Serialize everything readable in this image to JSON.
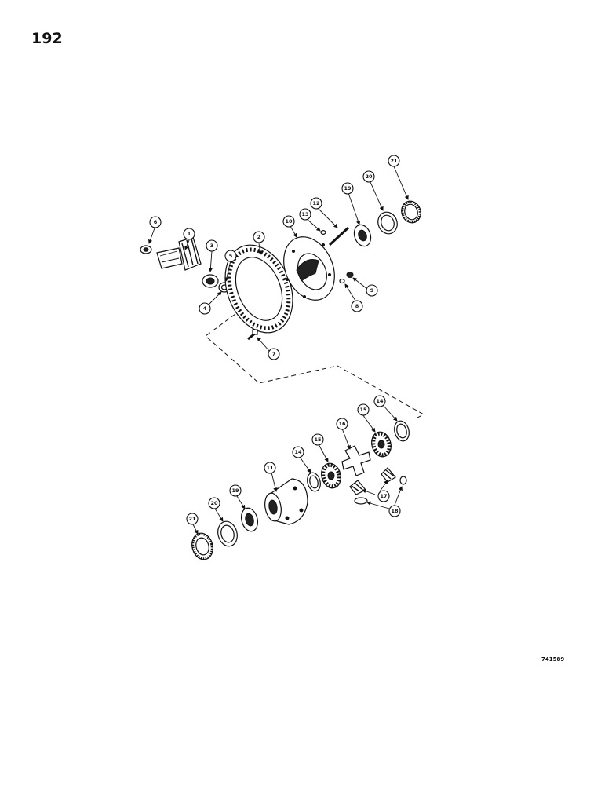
{
  "page": {
    "number": "192",
    "figure_code": "741589"
  },
  "callouts": [
    "1",
    "2",
    "3",
    "4",
    "5",
    "6",
    "7",
    "8",
    "9",
    "10",
    "11",
    "12",
    "13",
    "14",
    "14",
    "15",
    "15",
    "16",
    "17",
    "18",
    "18",
    "19",
    "19",
    "20",
    "20",
    "21",
    "21"
  ]
}
